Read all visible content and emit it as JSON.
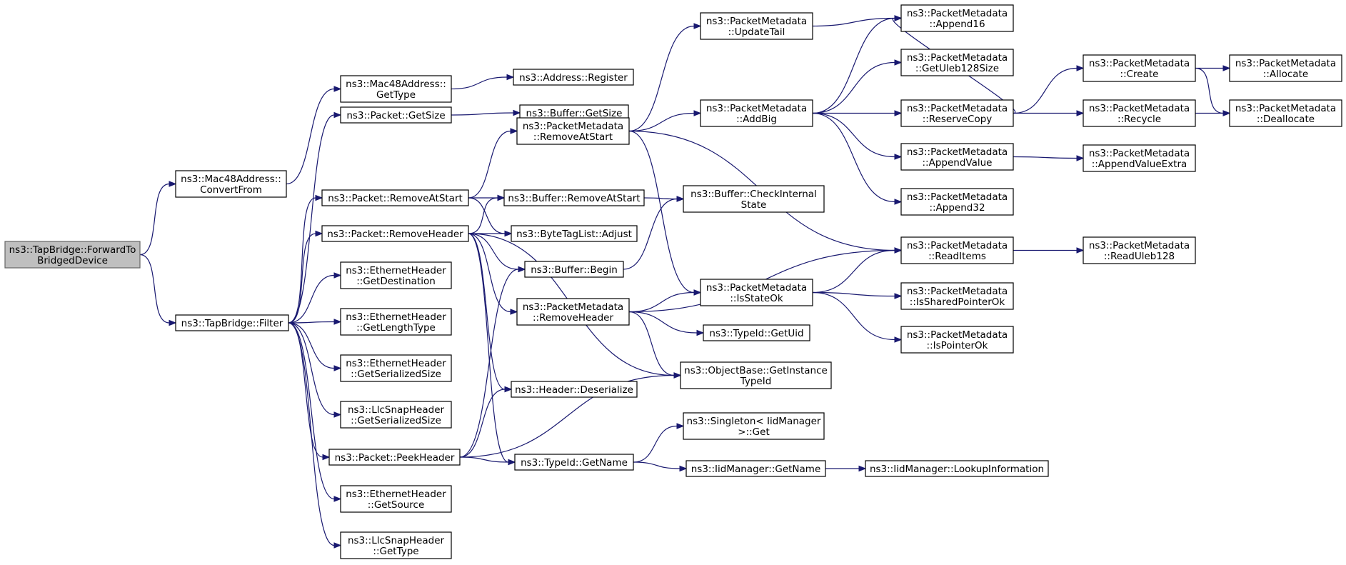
{
  "colors": {
    "edge": "#191970",
    "root_fill": "#bfbfbf",
    "node_fill": "#ffffff",
    "border": "#000000"
  },
  "nodes": {
    "forward_to_bridged": [
      "ns3::TapBridge::ForwardTo",
      "BridgedDevice"
    ],
    "convert_from": [
      "ns3::Mac48Address::",
      "ConvertFrom"
    ],
    "filter": [
      "ns3::TapBridge::Filter"
    ],
    "mac_gettype": [
      "ns3::Mac48Address::",
      "GetType"
    ],
    "address_register": [
      "ns3::Address::Register"
    ],
    "packet_getsize": [
      "ns3::Packet::GetSize"
    ],
    "buffer_getsize": [
      "ns3::Buffer::GetSize"
    ],
    "packet_removeatstart": [
      "ns3::Packet::RemoveAtStart"
    ],
    "packet_removeheader": [
      "ns3::Packet::RemoveHeader"
    ],
    "eth_getdestination": [
      "ns3::EthernetHeader",
      "::GetDestination"
    ],
    "eth_getlengthtype": [
      "ns3::EthernetHeader",
      "::GetLengthType"
    ],
    "eth_getserializedsize": [
      "ns3::EthernetHeader",
      "::GetSerializedSize"
    ],
    "llc_getserializedsize": [
      "ns3::LlcSnapHeader",
      "::GetSerializedSize"
    ],
    "packet_peekheader": [
      "ns3::Packet::PeekHeader"
    ],
    "eth_getsource": [
      "ns3::EthernetHeader",
      "::GetSource"
    ],
    "llc_gettype": [
      "ns3::LlcSnapHeader",
      "::GetType"
    ],
    "pm_removeatstart": [
      "ns3::PacketMetadata",
      "::RemoveAtStart"
    ],
    "buffer_removeatstart": [
      "ns3::Buffer::RemoveAtStart"
    ],
    "bytetaglist_adjust": [
      "ns3::ByteTagList::Adjust"
    ],
    "buffer_begin": [
      "ns3::Buffer::Begin"
    ],
    "pm_removeheader": [
      "ns3::PacketMetadata",
      "::RemoveHeader"
    ],
    "header_deserialize": [
      "ns3::Header::Deserialize"
    ],
    "typeid_getname": [
      "ns3::TypeId::GetName"
    ],
    "pm_updatetail": [
      "ns3::PacketMetadata",
      "::UpdateTail"
    ],
    "pm_addbig": [
      "ns3::PacketMetadata",
      "::AddBig"
    ],
    "buffer_checkinternalstate": [
      "ns3::Buffer::CheckInternal",
      "State"
    ],
    "pm_isstateok": [
      "ns3::PacketMetadata",
      "::IsStateOk"
    ],
    "typeid_getuid": [
      "ns3::TypeId::GetUid"
    ],
    "objectbase_getinstancetypeid": [
      "ns3::ObjectBase::GetInstance",
      "TypeId"
    ],
    "singleton_get": [
      "ns3::Singleton< IidManager",
      " >::Get"
    ],
    "iidmanager_getname": [
      "ns3::IidManager::GetName"
    ],
    "iidmanager_lookupinformation": [
      "ns3::IidManager::LookupInformation"
    ],
    "pm_append16": [
      "ns3::PacketMetadata",
      "::Append16"
    ],
    "pm_getuleb128size": [
      "ns3::PacketMetadata",
      "::GetUleb128Size"
    ],
    "pm_reservecopy": [
      "ns3::PacketMetadata",
      "::ReserveCopy"
    ],
    "pm_appendvalue": [
      "ns3::PacketMetadata",
      "::AppendValue"
    ],
    "pm_append32": [
      "ns3::PacketMetadata",
      "::Append32"
    ],
    "pm_readitems": [
      "ns3::PacketMetadata",
      "::ReadItems"
    ],
    "pm_issharedpointerok": [
      "ns3::PacketMetadata",
      "::IsSharedPointerOk"
    ],
    "pm_ispointerok": [
      "ns3::PacketMetadata",
      "::IsPointerOk"
    ],
    "pm_create": [
      "ns3::PacketMetadata",
      "::Create"
    ],
    "pm_recycle": [
      "ns3::PacketMetadata",
      "::Recycle"
    ],
    "pm_appendvalueextra": [
      "ns3::PacketMetadata",
      "::AppendValueExtra"
    ],
    "pm_readuleb128": [
      "ns3::PacketMetadata",
      "::ReadUleb128"
    ],
    "pm_allocate": [
      "ns3::PacketMetadata",
      "::Allocate"
    ],
    "pm_deallocate": [
      "ns3::PacketMetadata",
      "::Deallocate"
    ]
  }
}
